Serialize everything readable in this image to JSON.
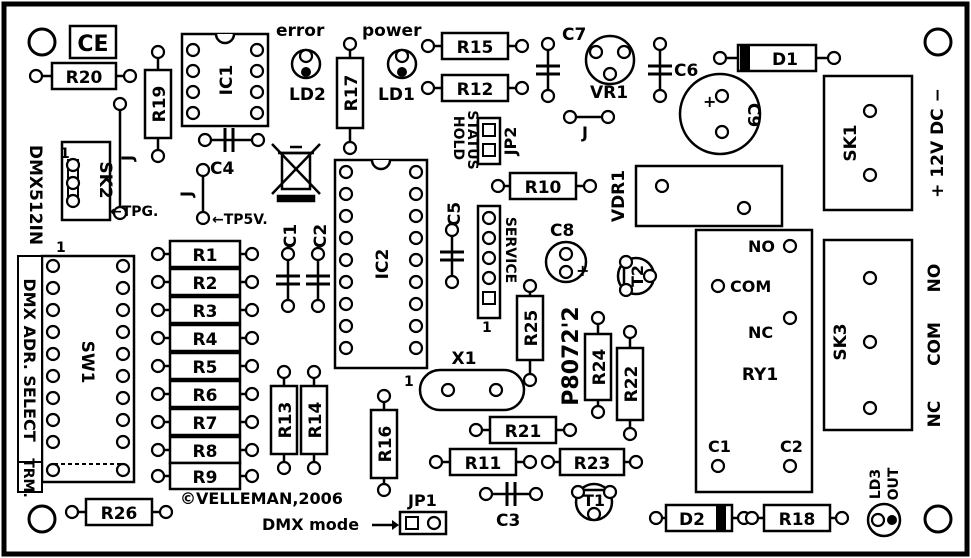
{
  "board": {
    "ce_mark": "CE",
    "copyright": "©VELLEMAN,2006",
    "part_number": "P8072'2",
    "resistors": {
      "r1": "R1",
      "r2": "R2",
      "r3": "R3",
      "r4": "R4",
      "r5": "R5",
      "r6": "R6",
      "r7": "R7",
      "r8": "R8",
      "r9": "R9",
      "r10": "R10",
      "r11": "R11",
      "r12": "R12",
      "r13": "R13",
      "r14": "R14",
      "r15": "R15",
      "r16": "R16",
      "r17": "R17",
      "r18": "R18",
      "r19": "R19",
      "r20": "R20",
      "r21": "R21",
      "r22": "R22",
      "r23": "R23",
      "r24": "R24",
      "r25": "R25",
      "r26": "R26"
    },
    "capacitors": {
      "c1": "C1",
      "c2": "C2",
      "c3": "C3",
      "c4": "C4",
      "c5": "C5",
      "c6": "C6",
      "c7": "C7",
      "c8": "C8",
      "c9": "C9"
    },
    "ics": {
      "ic1": "IC1",
      "ic2": "IC2"
    },
    "diodes": {
      "d1": "D1",
      "d2": "D2"
    },
    "leds": {
      "ld1": "LD1",
      "ld2": "LD2",
      "ld3": "LD3",
      "ld3_out": "OUT",
      "error": "error",
      "power": "power"
    },
    "transistors": {
      "t1": "T1",
      "t2": "T2"
    },
    "misc": {
      "vr1": "VR1",
      "vdr1": "VDR1",
      "x1": "X1",
      "ry1": "RY1",
      "jp1": "JP1",
      "jp2": "JP2",
      "sk1": "SK1",
      "sk2": "SK2",
      "sk3": "SK3",
      "sw1": "SW1",
      "jumper": "J",
      "pin1": "1",
      "hold": "HOLD",
      "status": "STATUS",
      "service": "SERVICE",
      "tpg": "←TPG.",
      "tp5v": "←TP5V.",
      "dmx512in": "DMX512IN",
      "dmx_adr_select": "DMX ADR. SELECT",
      "trm": "TRM.",
      "dmx_mode": "DMX mode",
      "power_in": "+ 12V DC −",
      "no": "NO",
      "com": "COM",
      "nc": "NC",
      "ry_c1": "C1",
      "ry_c2": "C2",
      "plus": "+"
    }
  }
}
